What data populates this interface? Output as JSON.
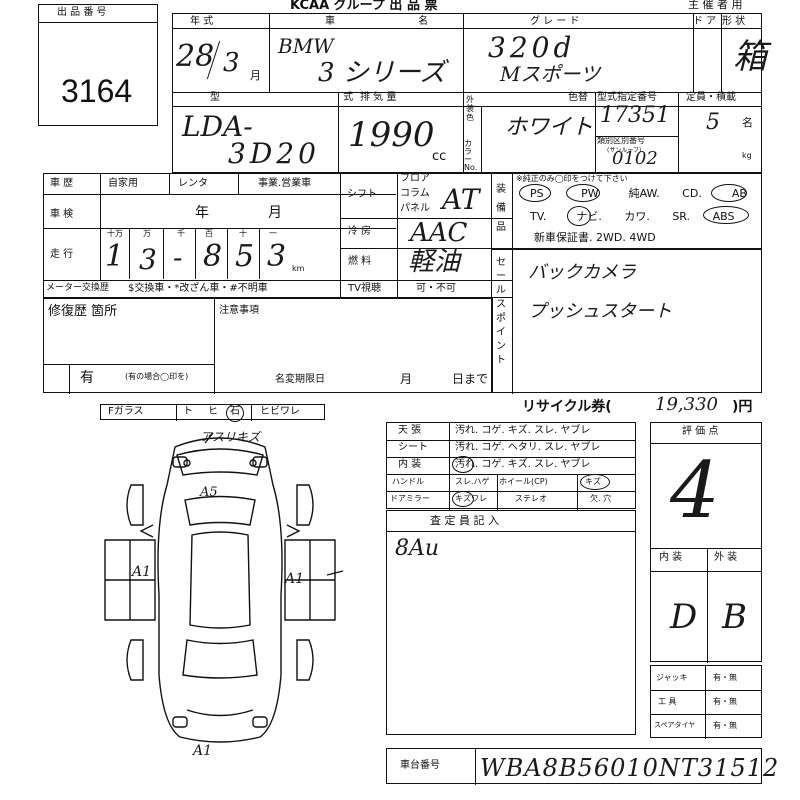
{
  "header": {
    "title": "KCAA グループ 出 品 票",
    "organizer_label": "主 催 者 用",
    "lot_label": "出 品 番 号",
    "lot_number": "3164"
  },
  "vehicle": {
    "year_label": "年 式",
    "maker_label": "車 名",
    "grade_label": "グ レ ー ド",
    "door_label": "ド ア",
    "body_type_label": "形 状",
    "year": "28",
    "month": "3",
    "month_unit": "月",
    "maker": "BMW",
    "model": "3 シリーズ",
    "grade_line1": "320d",
    "grade_line2": "Mスポーツ",
    "body_type": "箱",
    "model_code_label": "型 式",
    "model_code_line1": "LDA-",
    "model_code_line2": "3D20",
    "displacement_label": "排 気 量",
    "displacement": "1990",
    "displacement_unit": "cc",
    "ext_color_label": "外装色",
    "color_code_label": "カラーNo.",
    "color_change_label": "色替",
    "color": "ホワイト",
    "type_designation_label": "型式指定番号",
    "type_designation": "17351",
    "category_label": "類別区別番号",
    "category_sub_label": "(サンルーフ)",
    "category": "0102",
    "capacity_label": "定員・積載",
    "capacity": "5",
    "capacity_unit": "名",
    "weight_unit": "kg"
  },
  "history": {
    "usage_label": "車 歴",
    "options": [
      "自家用",
      "レンタ",
      "事業.営業車"
    ],
    "inspection_label": "車 検",
    "inspection_year_unit": "年",
    "inspection_month_unit": "月",
    "mileage_label": "走 行",
    "digit_labels": [
      "十万",
      "万",
      "千",
      "百",
      "十",
      "一"
    ],
    "mileage_digits": [
      "1",
      "3",
      "-",
      "8",
      "5",
      "3"
    ],
    "mileage_unit": "km",
    "meter_exchange_label": "メーター交換歴",
    "meter_exchange_options": "$交換車・*改ざん車・#不明車"
  },
  "specs": {
    "shift_label": "シフト",
    "shift_options": [
      "フロア",
      "コラム",
      "パネル"
    ],
    "shift_value": "AT",
    "ac_label": "冷 房",
    "ac_value": "AAC",
    "fuel_label": "燃 料",
    "fuel_value": "軽油",
    "tv_label": "TV視聴",
    "tv_value": "可・不可"
  },
  "equipment": {
    "label": "装備品",
    "note": "※純正のみ◯印をつけて下さい",
    "row1": [
      "PS",
      "PW",
      "純AW.",
      "CD.",
      "AB"
    ],
    "row2": [
      "TV.",
      "ナビ.",
      "カワ.",
      "SR.",
      "ABS"
    ],
    "row3": "新車保証書. 2WD. 4WD"
  },
  "sales_point": {
    "label": "セールスポイント",
    "line1": "バックカメラ",
    "line2": "プッシュスタート"
  },
  "repair": {
    "label": "修復歴 箇所",
    "value": "有",
    "hint": "(有の場合◯印を)",
    "notes_label": "注意事項",
    "transfer_label": "名変期限日",
    "month_unit": "月",
    "day_unit": "日まで"
  },
  "recycle": {
    "label": "リサイクル券(",
    "value": "19,330",
    "unit": ")円"
  },
  "glass": {
    "cells": [
      "Fガラス",
      "ト",
      "ヒ",
      "石",
      "ヒビワレ"
    ]
  },
  "diagram": {
    "note_top": "アスリキズ",
    "mark_front": "A5",
    "mark_left": "A1",
    "mark_right": "A1",
    "mark_rear": "A1"
  },
  "interior_table": {
    "rows": [
      {
        "label": "天 張",
        "items": "汚れ. コゲ. キズ. スレ. ヤブレ"
      },
      {
        "label": "シート",
        "items": "汚れ. コゲ. ヘタリ. スレ. ヤブレ"
      },
      {
        "label": "内 装",
        "items": "汚れ. コゲ. キズ. スレ. ヤブレ"
      }
    ],
    "handle_label": "ハンドル",
    "handle_items": "スレ.ハゲ",
    "wheel_label": "ホイール(CP)",
    "wheel_value": "キズ",
    "mirror_label": "ドアミラー",
    "mirror_items": "キズワレ",
    "stereo_label": "ステレオ",
    "stereo_items": "欠. 穴"
  },
  "inspector": {
    "label": "査 定 員 記 入",
    "signature": "8Au"
  },
  "grades": {
    "label": "評 価 点",
    "overall": "4",
    "interior_label": "内 装",
    "exterior_label": "外 装",
    "interior": "D",
    "exterior": "B"
  },
  "tools": {
    "rows": [
      {
        "label": "ジャッキ",
        "options": "有・無"
      },
      {
        "label": "工 具",
        "options": "有・無"
      },
      {
        "label": "スペアタイヤ",
        "options": "有・無"
      }
    ]
  },
  "chassis": {
    "label": "車台番号",
    "value": "WBA8B56010NT31512"
  }
}
